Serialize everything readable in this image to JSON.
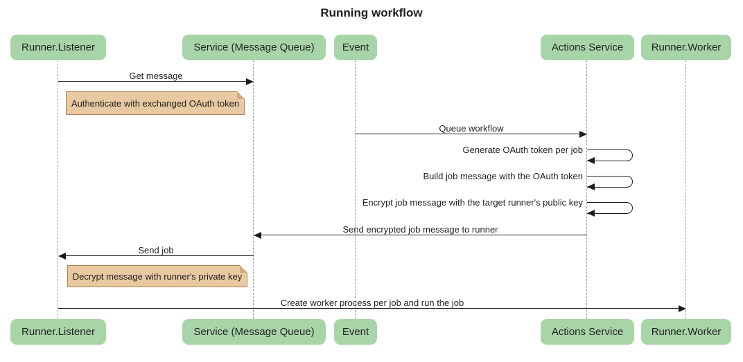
{
  "title": "Running workflow",
  "diagram_type": "sequence",
  "participants": [
    {
      "name": "Runner.Listener"
    },
    {
      "name": "Service (Message Queue)"
    },
    {
      "name": "Event"
    },
    {
      "name": "Actions Service"
    },
    {
      "name": "Runner.Worker"
    }
  ],
  "messages": [
    {
      "label": "Get message",
      "from": "Runner.Listener",
      "to": "Service (Message Queue)",
      "kind": "arrow"
    },
    {
      "label": "Queue workflow",
      "from": "Event",
      "to": "Actions Service",
      "kind": "arrow"
    },
    {
      "label": "Generate OAuth token per job",
      "from": "Actions Service",
      "to": "Actions Service",
      "kind": "self"
    },
    {
      "label": "Build job message with the OAuth token",
      "from": "Actions Service",
      "to": "Actions Service",
      "kind": "self"
    },
    {
      "label": "Encrypt job message with the target runner's public key",
      "from": "Actions Service",
      "to": "Actions Service",
      "kind": "self"
    },
    {
      "label": "Send encrypted job message to runner",
      "from": "Actions Service",
      "to": "Service (Message Queue)",
      "kind": "arrow"
    },
    {
      "label": "Send job",
      "from": "Service (Message Queue)",
      "to": "Runner.Listener",
      "kind": "arrow"
    },
    {
      "label": "Create worker process per job and run the job",
      "from": "Runner.Listener",
      "to": "Runner.Worker",
      "kind": "arrow"
    }
  ],
  "notes": [
    {
      "text": "Authenticate with exchanged OAuth token",
      "position": "right of Runner.Listener"
    },
    {
      "text": "Decrypt message with runner's private key",
      "position": "right of Runner.Listener"
    }
  ],
  "colors": {
    "participant_fill": "#a8d5a8",
    "note_fill": "#e9c9a2",
    "note_border": "#a9854f",
    "note_fold": "#d2ab79",
    "arrow": "#1b1b1b",
    "lifeline": "#9a9a9a",
    "text": "#1f1f1f"
  }
}
